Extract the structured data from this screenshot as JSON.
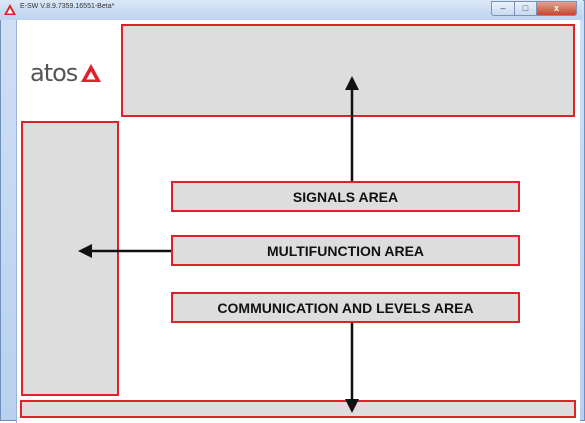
{
  "window": {
    "title": "E-SW V.8.9.7359.16551-Beta*",
    "controls": {
      "minimize": "–",
      "maximize": "□",
      "close": "x"
    }
  },
  "logo": {
    "text": "atos"
  },
  "labels": {
    "signals": "SIGNALS AREA",
    "multifunction": "MULTIFUNCTION AREA",
    "communication": "COMMUNICATION AND LEVELS AREA"
  },
  "colors": {
    "area_border": "#e0202a",
    "area_fill": "#dddddd",
    "arrow": "#111111",
    "logo_accent": "#e0202a"
  }
}
